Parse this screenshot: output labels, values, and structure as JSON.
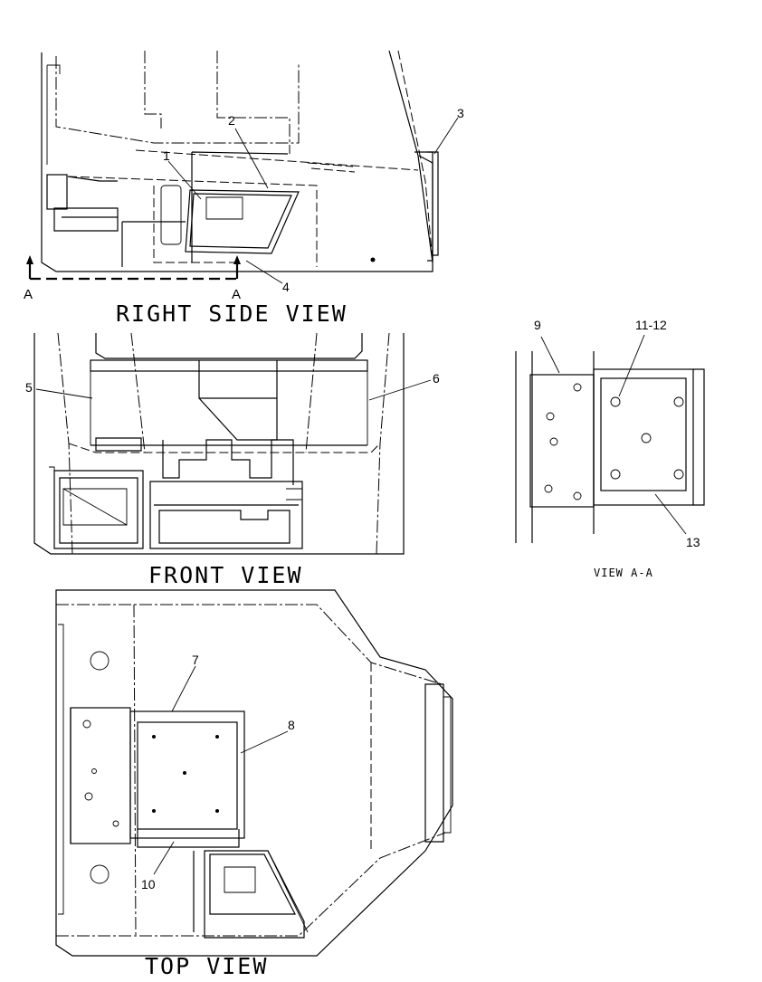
{
  "views": {
    "right_side": {
      "title": "RIGHT SIDE VIEW",
      "callouts": [
        "1",
        "2",
        "3",
        "4"
      ],
      "section_marks": [
        "A",
        "A"
      ]
    },
    "front": {
      "title": "FRONT VIEW",
      "callouts": [
        "5",
        "6"
      ]
    },
    "section_aa": {
      "title": "VIEW A-A",
      "callouts": [
        "9",
        "11-12",
        "13"
      ]
    },
    "top": {
      "title": "TOP VIEW",
      "callouts": [
        "7",
        "8",
        "10"
      ]
    }
  }
}
